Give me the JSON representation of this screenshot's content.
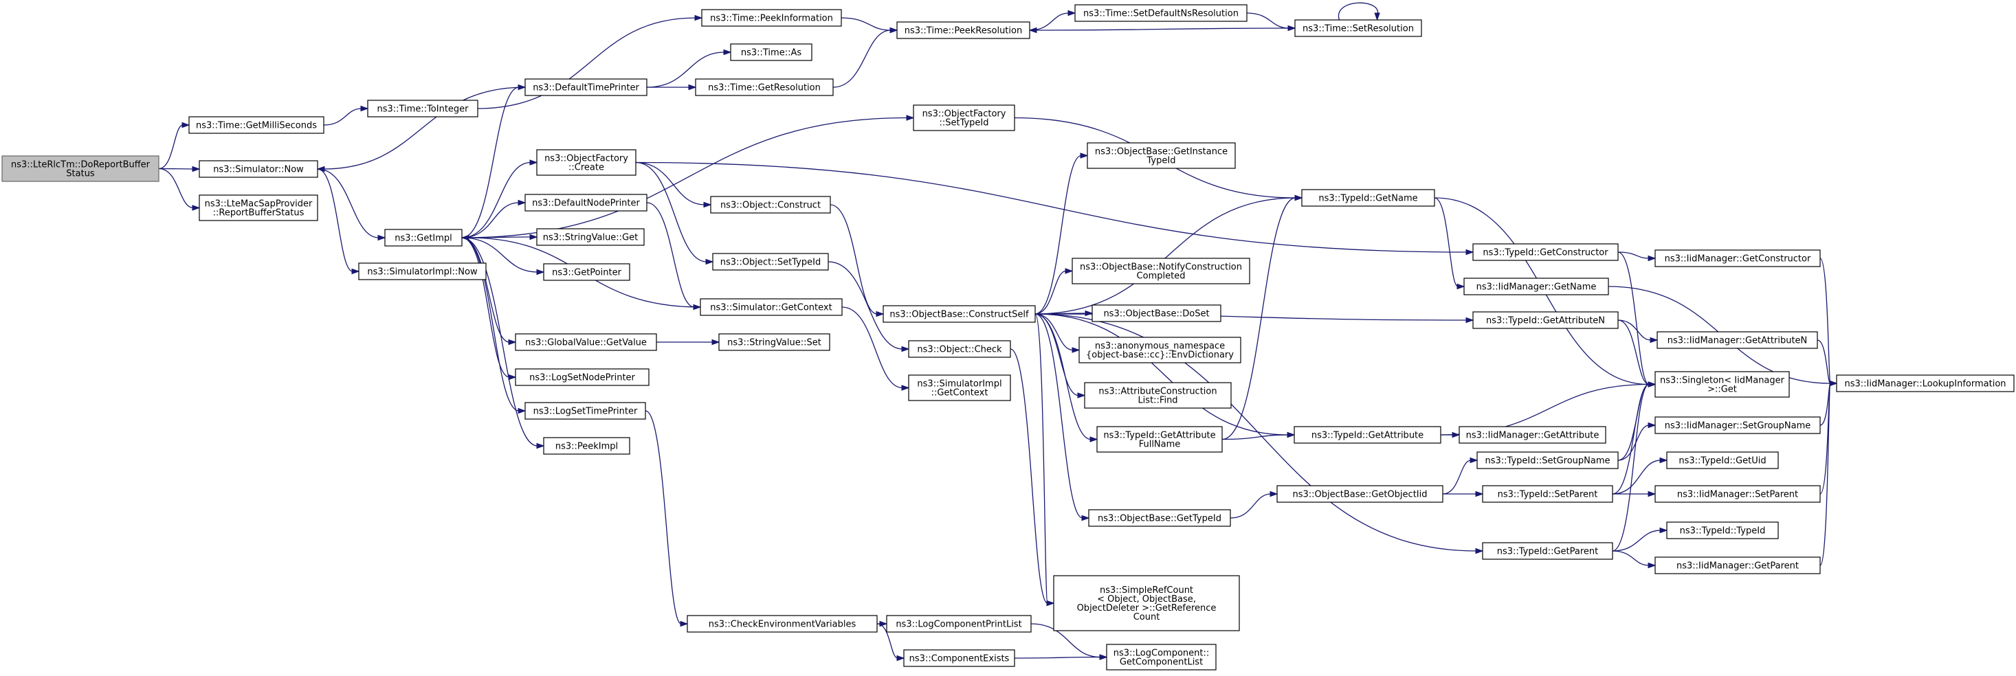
{
  "diagram": {
    "kind": "call-graph",
    "colors": {
      "edge": "#191970",
      "node_border": "#000000",
      "root_fill": "#bfbfbf",
      "node_fill": "#ffffff"
    },
    "nodes": [
      {
        "id": "root",
        "lines": [
          "ns3::LteRlcTm::DoReportBuffer",
          "Status"
        ],
        "root": true
      },
      {
        "id": "getms",
        "lines": [
          "ns3::Time::GetMilliSeconds"
        ]
      },
      {
        "id": "simnow",
        "lines": [
          "ns3::Simulator::Now"
        ]
      },
      {
        "id": "macsap",
        "lines": [
          "ns3::LteMacSapProvider",
          "::ReportBufferStatus"
        ]
      },
      {
        "id": "toint",
        "lines": [
          "ns3::Time::ToInteger"
        ]
      },
      {
        "id": "getimpl",
        "lines": [
          "ns3::GetImpl"
        ]
      },
      {
        "id": "simimplnow",
        "lines": [
          "ns3::SimulatorImpl::Now"
        ]
      },
      {
        "id": "peekinfo",
        "lines": [
          "ns3::Time::PeekInformation"
        ]
      },
      {
        "id": "deftp",
        "lines": [
          "ns3::DefaultTimePrinter"
        ]
      },
      {
        "id": "timeas",
        "lines": [
          "ns3::Time::As"
        ]
      },
      {
        "id": "getres",
        "lines": [
          "ns3::Time::GetResolution"
        ]
      },
      {
        "id": "peekres",
        "lines": [
          "ns3::Time::PeekResolution"
        ]
      },
      {
        "id": "setdefns",
        "lines": [
          "ns3::Time::SetDefaultNsResolution"
        ]
      },
      {
        "id": "setres",
        "lines": [
          "ns3::Time::SetResolution"
        ]
      },
      {
        "id": "ofcreate",
        "lines": [
          "ns3::ObjectFactory",
          "::Create"
        ]
      },
      {
        "id": "ofsettid",
        "lines": [
          "ns3::ObjectFactory",
          "::SetTypeId"
        ]
      },
      {
        "id": "defnp",
        "lines": [
          "ns3::DefaultNodePrinter"
        ]
      },
      {
        "id": "svget",
        "lines": [
          "ns3::StringValue::Get"
        ]
      },
      {
        "id": "getptr",
        "lines": [
          "ns3::GetPointer"
        ]
      },
      {
        "id": "simgetctx",
        "lines": [
          "ns3::Simulator::GetContext"
        ]
      },
      {
        "id": "gvget",
        "lines": [
          "ns3::GlobalValue::GetValue"
        ]
      },
      {
        "id": "svset",
        "lines": [
          "ns3::StringValue::Set"
        ]
      },
      {
        "id": "lognp",
        "lines": [
          "ns3::LogSetNodePrinter"
        ]
      },
      {
        "id": "logtp",
        "lines": [
          "ns3::LogSetTimePrinter"
        ]
      },
      {
        "id": "peekimpl",
        "lines": [
          "ns3::PeekImpl"
        ]
      },
      {
        "id": "objconstruct",
        "lines": [
          "ns3::Object::Construct"
        ]
      },
      {
        "id": "objsettid",
        "lines": [
          "ns3::Object::SetTypeId"
        ]
      },
      {
        "id": "obcself",
        "lines": [
          "ns3::ObjectBase::ConstructSelf"
        ]
      },
      {
        "id": "objcheck",
        "lines": [
          "ns3::Object::Check"
        ]
      },
      {
        "id": "simimplctx",
        "lines": [
          "ns3::SimulatorImpl",
          "::GetContext"
        ]
      },
      {
        "id": "checkenv",
        "lines": [
          "ns3::CheckEnvironmentVariables"
        ]
      },
      {
        "id": "logcpl",
        "lines": [
          "ns3::LogComponentPrintList"
        ]
      },
      {
        "id": "compexists",
        "lines": [
          "ns3::ComponentExists"
        ]
      },
      {
        "id": "lcgetlist",
        "lines": [
          "ns3::LogComponent::",
          "GetComponentList"
        ]
      },
      {
        "id": "obgetinst",
        "lines": [
          "ns3::ObjectBase::GetInstance",
          "TypeId"
        ]
      },
      {
        "id": "obnotify",
        "lines": [
          "ns3::ObjectBase::NotifyConstruction",
          "Completed"
        ]
      },
      {
        "id": "obdoset",
        "lines": [
          "ns3::ObjectBase::DoSet"
        ]
      },
      {
        "id": "envdict",
        "lines": [
          "ns3::anonymous_namespace",
          "{object-base::cc}::EnvDictionary"
        ]
      },
      {
        "id": "aclfind",
        "lines": [
          "ns3::AttributeConstruction",
          "List::Find"
        ]
      },
      {
        "id": "tidgetattrfull",
        "lines": [
          "ns3::TypeId::GetAttribute",
          "FullName"
        ]
      },
      {
        "id": "obgettid",
        "lines": [
          "ns3::ObjectBase::GetTypeId"
        ]
      },
      {
        "id": "srcgetref",
        "lines": [
          "ns3::SimpleRefCount",
          "< Object, ObjectBase,",
          "ObjectDeleter >::GetReference",
          "Count"
        ]
      },
      {
        "id": "tidgetname",
        "lines": [
          "ns3::TypeId::GetName"
        ]
      },
      {
        "id": "tidgetattr",
        "lines": [
          "ns3::TypeId::GetAttribute"
        ]
      },
      {
        "id": "obgetoiid",
        "lines": [
          "ns3::ObjectBase::GetObjectIid"
        ]
      },
      {
        "id": "tidgetctor",
        "lines": [
          "ns3::TypeId::GetConstructor"
        ]
      },
      {
        "id": "iidgetname",
        "lines": [
          "ns3::IidManager::GetName"
        ]
      },
      {
        "id": "tidgetattrn",
        "lines": [
          "ns3::TypeId::GetAttributeN"
        ]
      },
      {
        "id": "singleton",
        "lines": [
          "ns3::Singleton< IidManager",
          ">::Get"
        ]
      },
      {
        "id": "iidgetattr",
        "lines": [
          "ns3::IidManager::GetAttribute"
        ]
      },
      {
        "id": "tidsetgroup",
        "lines": [
          "ns3::TypeId::SetGroupName"
        ]
      },
      {
        "id": "tidsetparent",
        "lines": [
          "ns3::TypeId::SetParent"
        ]
      },
      {
        "id": "tidgetparent",
        "lines": [
          "ns3::TypeId::GetParent"
        ]
      },
      {
        "id": "iidgetctor",
        "lines": [
          "ns3::IidManager::GetConstructor"
        ]
      },
      {
        "id": "iidgetattrn",
        "lines": [
          "ns3::IidManager::GetAttributeN"
        ]
      },
      {
        "id": "iidsetgroup",
        "lines": [
          "ns3::IidManager::SetGroupName"
        ]
      },
      {
        "id": "tidgetuid",
        "lines": [
          "ns3::TypeId::GetUid"
        ]
      },
      {
        "id": "iidsetparent",
        "lines": [
          "ns3::IidManager::SetParent"
        ]
      },
      {
        "id": "tidtypeid",
        "lines": [
          "ns3::TypeId::TypeId"
        ]
      },
      {
        "id": "iidgetparent",
        "lines": [
          "ns3::IidManager::GetParent"
        ]
      },
      {
        "id": "iidlookup",
        "lines": [
          "ns3::IidManager::LookupInformation"
        ]
      }
    ],
    "edges": [
      [
        "root",
        "getms"
      ],
      [
        "root",
        "simnow"
      ],
      [
        "root",
        "macsap"
      ],
      [
        "getms",
        "toint"
      ],
      [
        "simnow",
        "getimpl"
      ],
      [
        "simnow",
        "simimplnow"
      ],
      [
        "toint",
        "peekinfo"
      ],
      [
        "peekinfo",
        "peekres"
      ],
      [
        "deftp",
        "timeas"
      ],
      [
        "deftp",
        "getres"
      ],
      [
        "getres",
        "peekres"
      ],
      [
        "peekres",
        "setdefns"
      ],
      [
        "setdefns",
        "setres"
      ],
      [
        "setres",
        "peekres"
      ],
      [
        "setres",
        "setres"
      ],
      [
        "deftp",
        "simnow"
      ],
      [
        "getimpl",
        "deftp"
      ],
      [
        "getimpl",
        "ofsettid"
      ],
      [
        "getimpl",
        "ofcreate"
      ],
      [
        "getimpl",
        "defnp"
      ],
      [
        "getimpl",
        "svget"
      ],
      [
        "getimpl",
        "getptr"
      ],
      [
        "getimpl",
        "gvget"
      ],
      [
        "getimpl",
        "lognp"
      ],
      [
        "getimpl",
        "logtp"
      ],
      [
        "getimpl",
        "peekimpl"
      ],
      [
        "simgetctx",
        "getimpl"
      ],
      [
        "defnp",
        "simgetctx"
      ],
      [
        "simgetctx",
        "simimplctx"
      ],
      [
        "gvget",
        "svset"
      ],
      [
        "ofcreate",
        "objconstruct"
      ],
      [
        "ofcreate",
        "objsettid"
      ],
      [
        "ofcreate",
        "tidgetctor"
      ],
      [
        "objconstruct",
        "obcself"
      ],
      [
        "objsettid",
        "objcheck"
      ],
      [
        "logtp",
        "checkenv"
      ],
      [
        "checkenv",
        "logcpl"
      ],
      [
        "checkenv",
        "compexists"
      ],
      [
        "logcpl",
        "lcgetlist"
      ],
      [
        "compexists",
        "lcgetlist"
      ],
      [
        "obcself",
        "obgetinst"
      ],
      [
        "obcself",
        "tidgetname"
      ],
      [
        "obcself",
        "obnotify"
      ],
      [
        "obcself",
        "obdoset"
      ],
      [
        "obcself",
        "envdict"
      ],
      [
        "obcself",
        "aclfind"
      ],
      [
        "obcself",
        "tidgetattrfull"
      ],
      [
        "obcself",
        "obgettid"
      ],
      [
        "obcself",
        "srcgetref"
      ],
      [
        "obcself",
        "tidgetattrn"
      ],
      [
        "obcself",
        "tidgetattr"
      ],
      [
        "obcself",
        "tidgetparent"
      ],
      [
        "objcheck",
        "srcgetref"
      ],
      [
        "ofsettid",
        "tidgetname"
      ],
      [
        "tidgetattrfull",
        "tidgetattr"
      ],
      [
        "tidgetattrfull",
        "tidgetname"
      ],
      [
        "obgettid",
        "obgetoiid"
      ],
      [
        "obgetoiid",
        "tidsetgroup"
      ],
      [
        "obgetoiid",
        "tidsetparent"
      ],
      [
        "tidgetname",
        "iidgetname"
      ],
      [
        "tidgetname",
        "singleton"
      ],
      [
        "tidgetctor",
        "iidgetctor"
      ],
      [
        "tidgetctor",
        "singleton"
      ],
      [
        "tidgetattrn",
        "iidgetattrn"
      ],
      [
        "tidgetattrn",
        "singleton"
      ],
      [
        "tidgetattr",
        "iidgetattr"
      ],
      [
        "tidgetattr",
        "singleton"
      ],
      [
        "tidsetgroup",
        "iidsetgroup"
      ],
      [
        "tidsetgroup",
        "singleton"
      ],
      [
        "tidsetparent",
        "tidgetuid"
      ],
      [
        "tidsetparent",
        "iidsetparent"
      ],
      [
        "tidsetparent",
        "singleton"
      ],
      [
        "tidgetparent",
        "tidtypeid"
      ],
      [
        "tidgetparent",
        "iidgetparent"
      ],
      [
        "tidgetparent",
        "singleton"
      ],
      [
        "iidgetname",
        "iidlookup"
      ],
      [
        "iidgetctor",
        "iidlookup"
      ],
      [
        "iidgetattrn",
        "iidlookup"
      ],
      [
        "iidsetgroup",
        "iidlookup"
      ],
      [
        "iidsetparent",
        "iidlookup"
      ],
      [
        "iidgetparent",
        "iidlookup"
      ]
    ]
  }
}
